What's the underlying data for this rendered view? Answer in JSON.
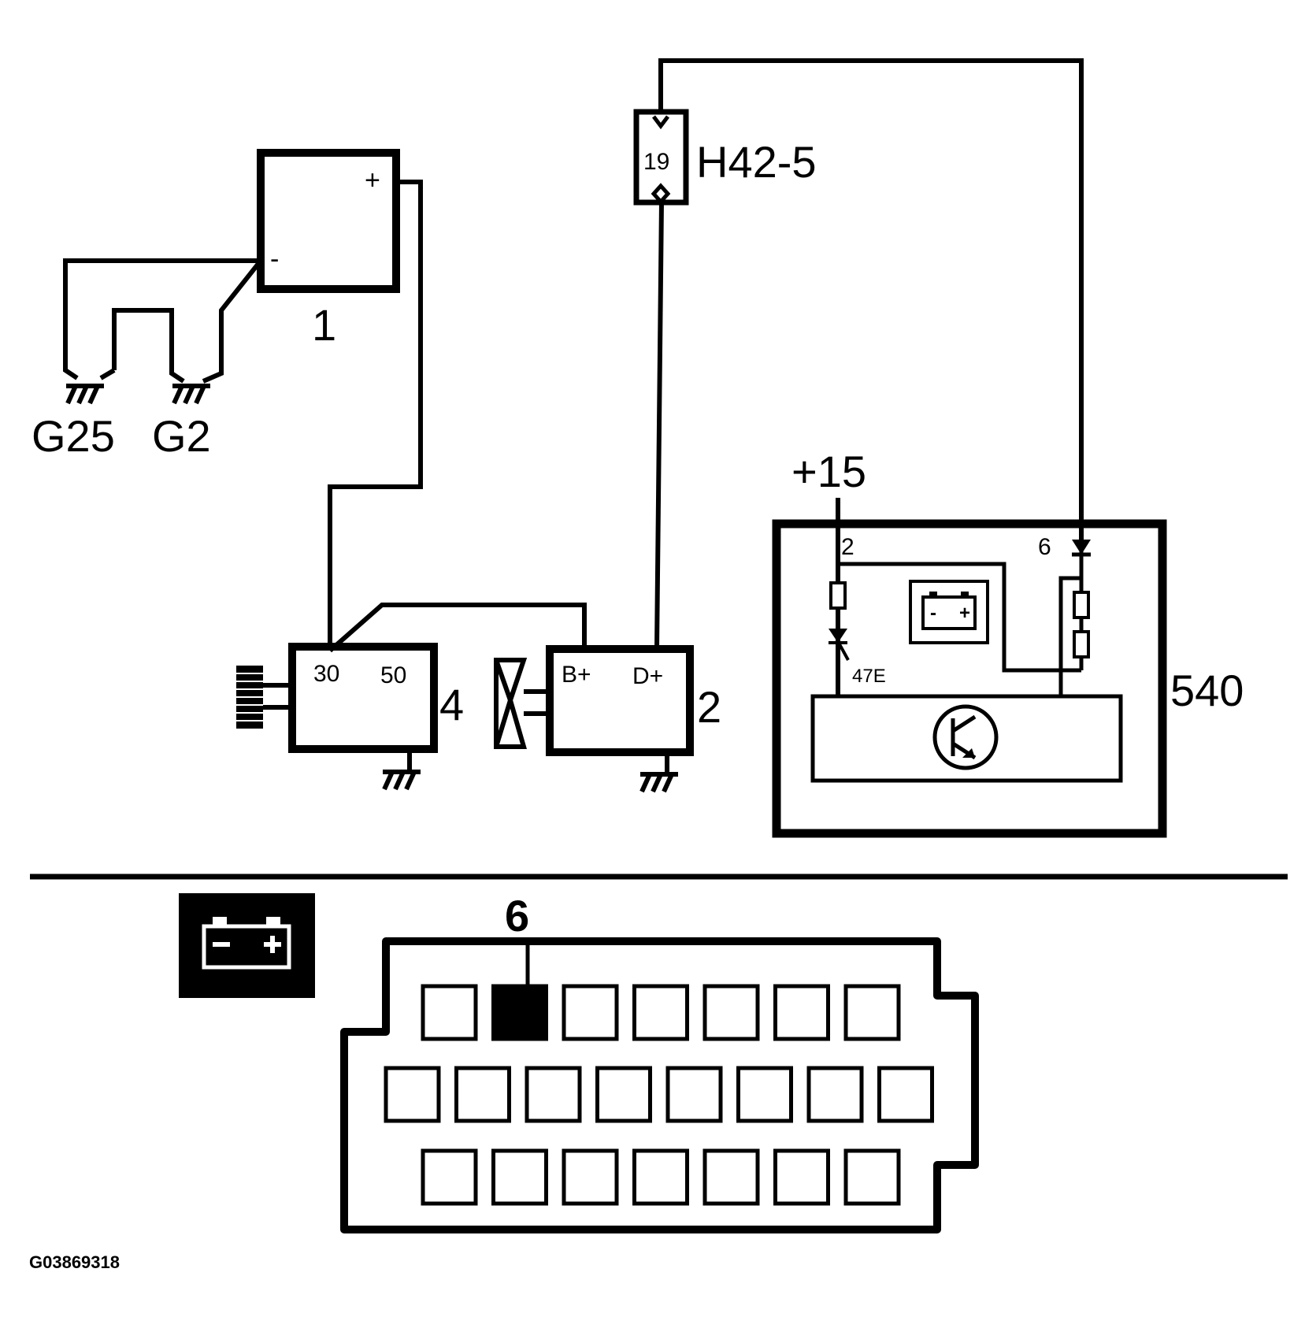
{
  "components": {
    "battery": {
      "id": "1",
      "plus": "+",
      "minus": "-"
    },
    "starter": {
      "id": "4",
      "term_30": "30",
      "term_50": "50"
    },
    "alternator": {
      "id": "2",
      "term_b": "B+",
      "term_d": "D+"
    },
    "connector_h42": {
      "id": "H42-5",
      "pin": "19"
    },
    "control_unit": {
      "id": "540",
      "pin_2": "2",
      "pin_6": "6",
      "resistor": "47E"
    },
    "supply": {
      "label": "+15"
    }
  },
  "grounds": [
    {
      "name": "G25"
    },
    {
      "name": "G2"
    }
  ],
  "connector_view": {
    "highlighted_pin": "6",
    "rows": [
      7,
      8,
      7
    ],
    "highlight_row": 0,
    "highlight_col": 1
  },
  "figure_code": "G03869318"
}
